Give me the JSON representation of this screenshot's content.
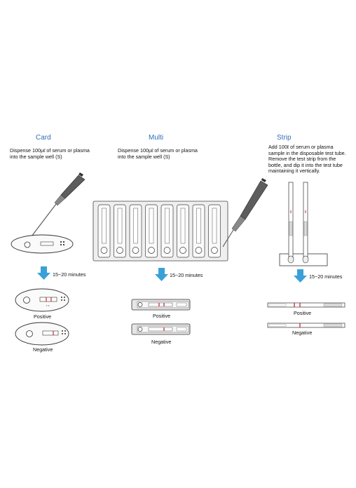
{
  "panels": [
    {
      "title": "Card",
      "instruction": [
        "Dispense 100µℓ of serum or plasma",
        "into the sample well (S)"
      ],
      "time": "15~20 minutes",
      "positive": "Positive",
      "negative": "Negative"
    },
    {
      "title": "Multi",
      "instruction": [
        "Dispense 100µℓ of serum or plasma",
        "into the sample well (S)"
      ],
      "time": "15~20 minutes",
      "positive": "Positive",
      "negative": "Negative"
    },
    {
      "title": "Strip",
      "instruction": [
        "Add 100ℓ of serum or plasma",
        "sample in the disposable test tube.",
        "Remove the test strip from the",
        "bottle, and dip it into the test tube",
        "maintaining it vertically."
      ],
      "time": "15~20 minutes",
      "positive": "Positive",
      "negative": "Negative"
    }
  ],
  "colors": {
    "title_blue": "#2f6fb8",
    "arrow_blue": "#3aa0d8",
    "line_red": "#d0262b",
    "stroke": "#333333"
  }
}
